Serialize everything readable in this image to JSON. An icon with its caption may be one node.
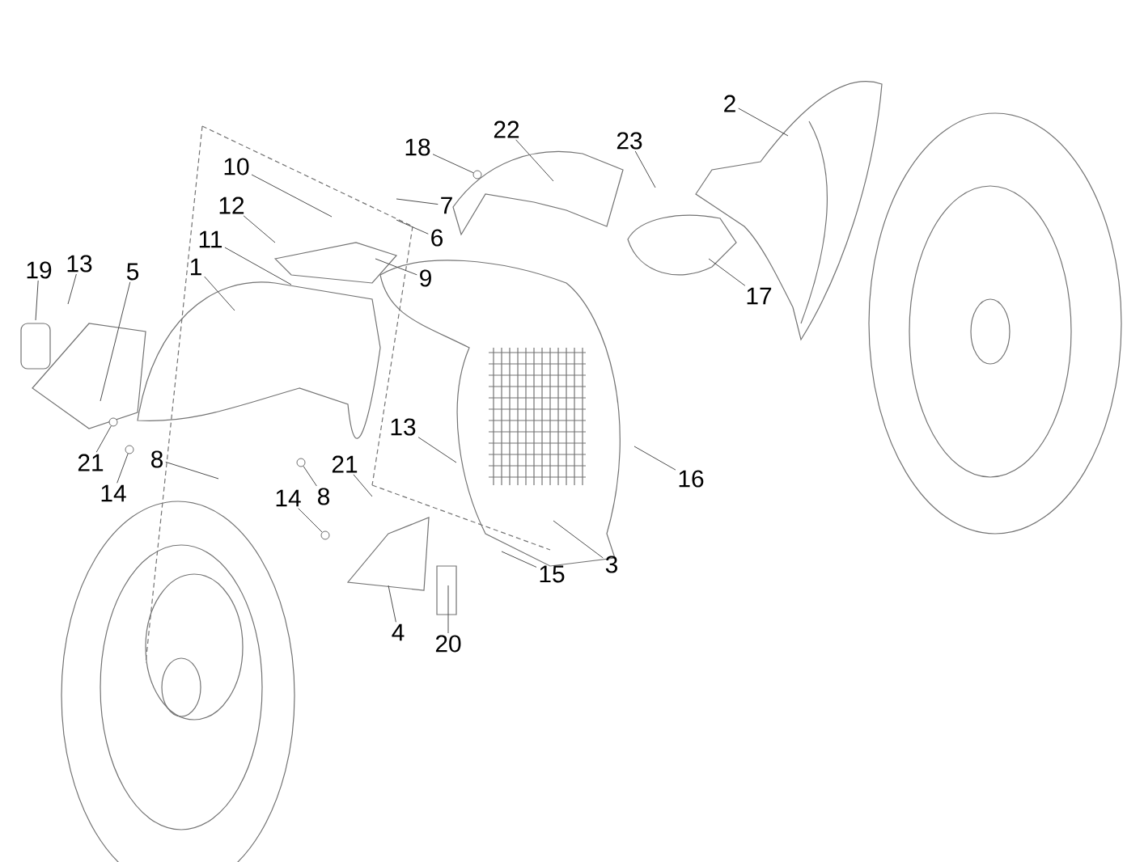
{
  "diagram": {
    "nodes": [
      {
        "text": [
          "1"
        ]
      },
      {
        "text": [
          "2"
        ]
      },
      {
        "text": [
          "3"
        ]
      },
      {
        "text": [
          "4"
        ]
      },
      {
        "text": [
          "5"
        ]
      },
      {
        "text": [
          "6"
        ]
      },
      {
        "text": [
          "7"
        ]
      },
      {
        "text": [
          "8"
        ]
      },
      {
        "text": [
          "8"
        ]
      },
      {
        "text": [
          "9"
        ]
      },
      {
        "text": [
          "10"
        ]
      },
      {
        "text": [
          "11"
        ]
      },
      {
        "text": [
          "12"
        ]
      },
      {
        "text": [
          "13"
        ]
      },
      {
        "text": [
          "13"
        ]
      },
      {
        "text": [
          "14"
        ]
      },
      {
        "text": [
          "14"
        ]
      },
      {
        "text": [
          "15"
        ]
      },
      {
        "text": [
          "16"
        ]
      },
      {
        "text": [
          "17"
        ]
      },
      {
        "text": [
          "18"
        ]
      },
      {
        "text": [
          "19"
        ]
      },
      {
        "text": [
          "20"
        ]
      },
      {
        "text": [
          "21"
        ]
      },
      {
        "text": [
          "21"
        ]
      },
      {
        "text": [
          "22"
        ]
      },
      {
        "text": [
          "23"
        ]
      },
      {
        "text": [],
        "shape": "circle"
      },
      {
        "text": [],
        "shape": "circle"
      },
      {
        "text": [],
        "shape": "circle"
      },
      {
        "text": [],
        "shape": "circle"
      },
      {
        "text": [],
        "shape": "circle"
      }
    ],
    "edges": [
      {
        "from": 0,
        "to": null,
        "arrow": "none"
      },
      {
        "from": 1,
        "to": null,
        "arrow": "none"
      },
      {
        "from": 2,
        "to": null,
        "arrow": "none"
      },
      {
        "from": 3,
        "to": null,
        "arrow": "none"
      },
      {
        "from": 4,
        "to": null,
        "arrow": "none"
      },
      {
        "from": 5,
        "to": null,
        "arrow": "none"
      },
      {
        "from": 6,
        "to": null,
        "arrow": "none"
      },
      {
        "from": 7,
        "to": null,
        "arrow": "none"
      },
      {
        "from": 8,
        "to": 28,
        "arrow": "none"
      },
      {
        "from": 9,
        "to": null,
        "arrow": "none"
      },
      {
        "from": 10,
        "to": null,
        "arrow": "none"
      },
      {
        "from": 11,
        "to": null,
        "arrow": "none"
      },
      {
        "from": 12,
        "to": null,
        "arrow": "none"
      },
      {
        "from": 13,
        "to": null,
        "arrow": "none"
      },
      {
        "from": 14,
        "to": null,
        "arrow": "none"
      },
      {
        "from": 15,
        "to": 27,
        "arrow": "none"
      },
      {
        "from": 16,
        "to": 29,
        "arrow": "none"
      },
      {
        "from": 17,
        "to": null,
        "arrow": "none"
      },
      {
        "from": 18,
        "to": null,
        "arrow": "none"
      },
      {
        "from": 19,
        "to": null,
        "arrow": "none"
      },
      {
        "from": 20,
        "to": 30,
        "arrow": "none"
      },
      {
        "from": 21,
        "to": null,
        "arrow": "none"
      },
      {
        "from": 22,
        "to": null,
        "arrow": "none"
      },
      {
        "from": 23,
        "to": 31,
        "arrow": "none"
      },
      {
        "from": 24,
        "to": null,
        "arrow": "none"
      },
      {
        "from": 25,
        "to": null,
        "arrow": "none"
      },
      {
        "from": 26,
        "to": null,
        "arrow": "none"
      }
    ]
  }
}
